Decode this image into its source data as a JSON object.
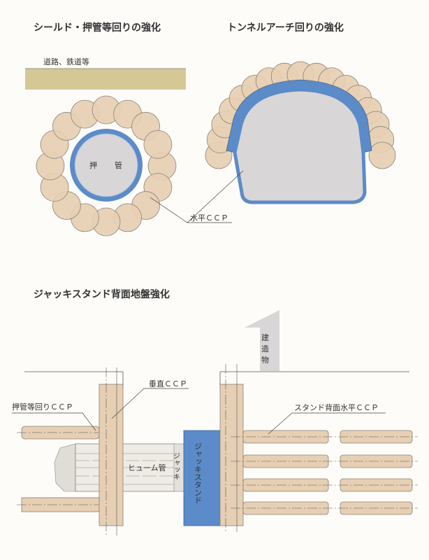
{
  "titles": {
    "shield": "シールド・押管等回りの強化",
    "tunnel": "トンネルアーチ回りの強化",
    "jack": "ジャッキスタンド背面地盤強化"
  },
  "labels": {
    "road": "道路、鉄道等",
    "push_pipe_1": "押",
    "push_pipe_2": "管",
    "horizontal_ccp": "水平ＣＣＰ",
    "building_1": "建",
    "building_2": "造",
    "building_3": "物",
    "vertical_ccp": "垂直ＣＣＰ",
    "around_pipe_ccp": "押管等回りＣＣＰ",
    "stand_back_ccp": "スタンド背面水平ＣＣＰ",
    "hume_pipe": "ヒューム管",
    "jack": "ジャッキ",
    "jack_stand": "ジャッキスタンド"
  },
  "colors": {
    "ccp": "#e6cfb3",
    "lining": "#5b8bc8",
    "ground": "#d6c895",
    "core": "#d9d6d8"
  }
}
